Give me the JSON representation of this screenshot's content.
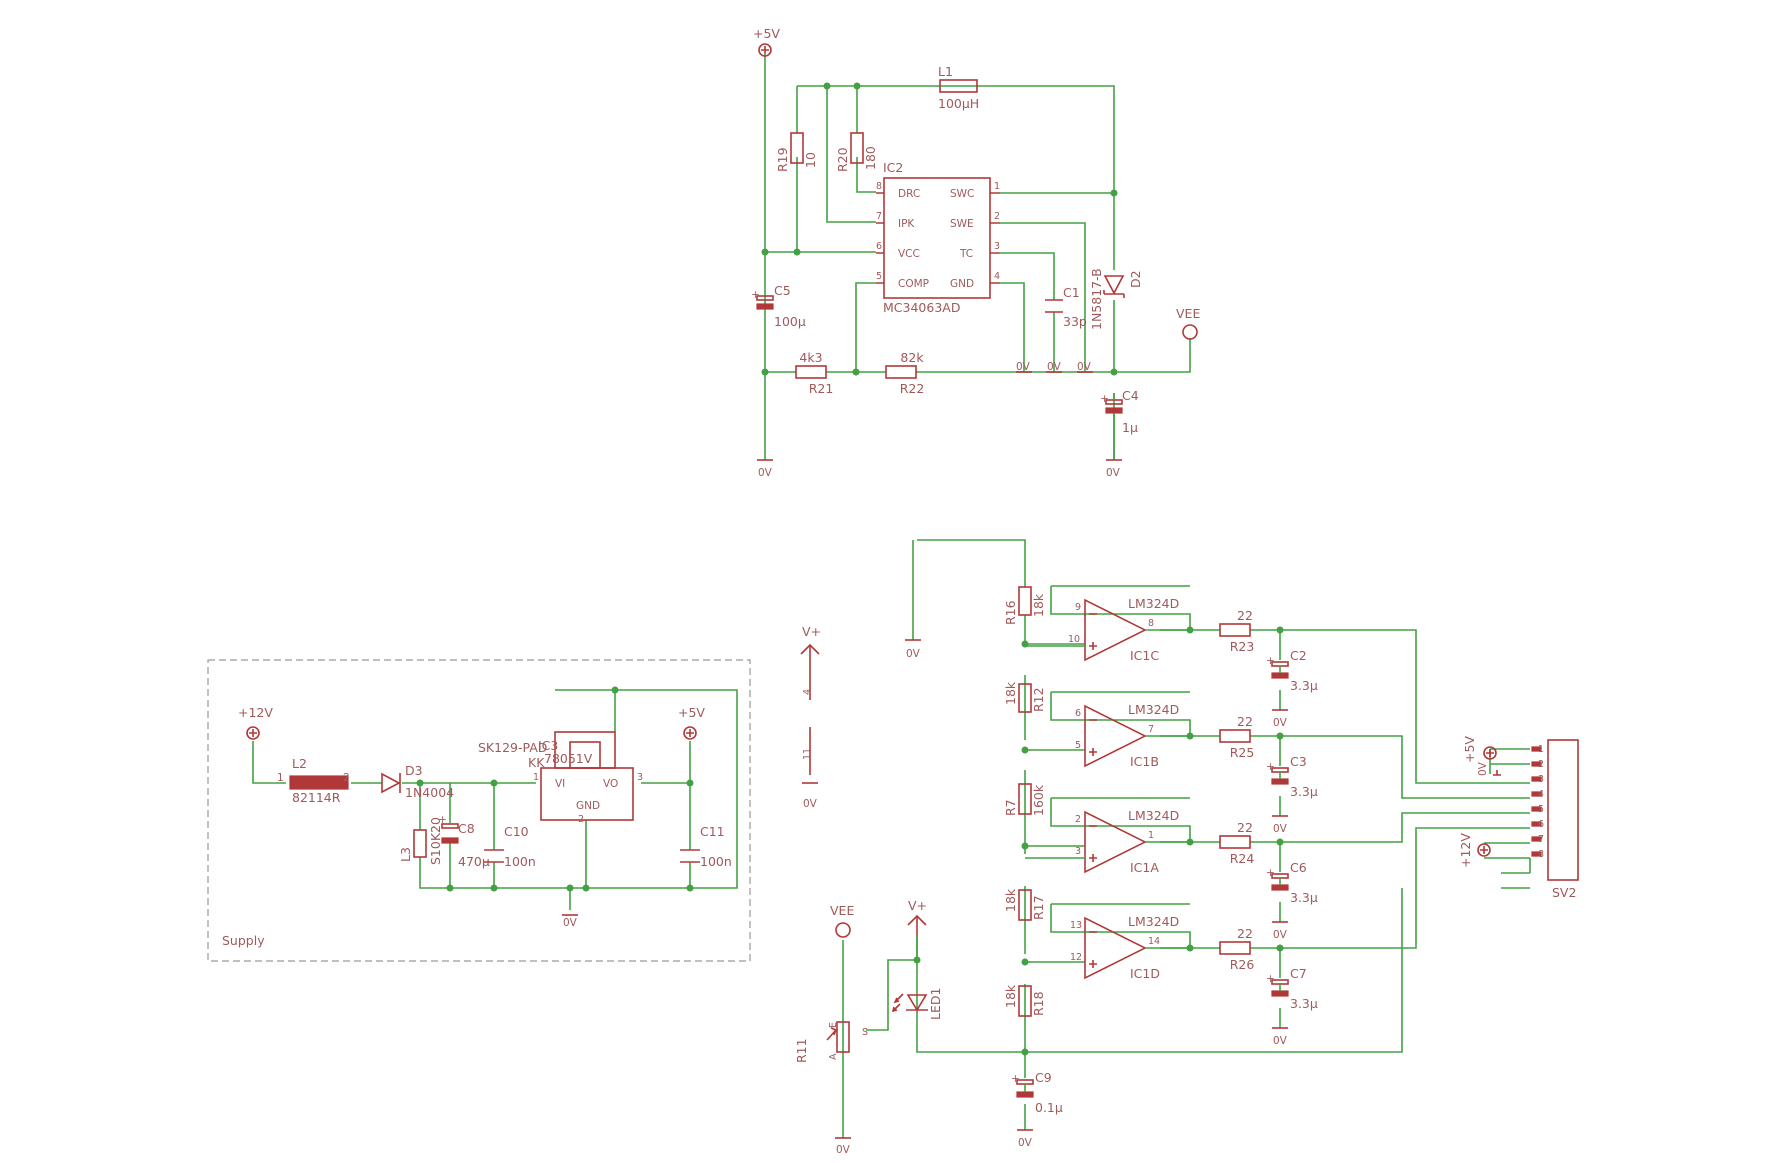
{
  "components": {
    "IC2": {
      "ref": "IC2",
      "value": "MC34063AD",
      "pins": {
        "1": "1",
        "2": "2",
        "3": "3",
        "4": "4",
        "5": "5",
        "6": "6",
        "7": "7",
        "8": "8"
      },
      "pin_names": {
        "DRC": "DRC",
        "IPK": "IPK",
        "VCC": "VCC",
        "COMP": "COMP",
        "SWC": "SWC",
        "SWE": "SWE",
        "TC": "TC",
        "GND": "GND"
      }
    },
    "L1": {
      "ref": "L1",
      "value": "100µH"
    },
    "R19": {
      "ref": "R19",
      "value": "10"
    },
    "R20": {
      "ref": "R20",
      "value": "180"
    },
    "C5": {
      "ref": "C5",
      "value": "100µ"
    },
    "C1": {
      "ref": "C1",
      "value": "33p"
    },
    "D2": {
      "ref": "D2",
      "value": "1N5817-B"
    },
    "C4": {
      "ref": "C4",
      "value": "1µ"
    },
    "R21": {
      "ref": "R21",
      "value": "4k3"
    },
    "R22": {
      "ref": "R22",
      "value": "82k"
    },
    "L2": {
      "ref": "L2",
      "value": "82114R",
      "pin1": "1",
      "pin2": "2"
    },
    "D3": {
      "ref": "D3",
      "value": "1N4004"
    },
    "L3": {
      "ref": "L3",
      "value": "S10K20"
    },
    "C8": {
      "ref": "C8",
      "value": "470µ"
    },
    "C10": {
      "ref": "C10",
      "value": "100n"
    },
    "C11": {
      "ref": "C11",
      "value": "100n"
    },
    "IC3": {
      "ref": "IC3",
      "value": "78051V",
      "heatsink": "SK129-PAD",
      "heatsink2": "KK",
      "pin_vi": "VI",
      "pin_vo": "VO",
      "pin_gnd": "GND",
      "p1": "1",
      "p2": "2",
      "p3": "3"
    },
    "R16": {
      "ref": "R16",
      "value": "18k"
    },
    "R12": {
      "ref": "R12",
      "value": "18k"
    },
    "R7": {
      "ref": "R7",
      "value": "160k"
    },
    "R17": {
      "ref": "R17",
      "value": "18k"
    },
    "R18": {
      "ref": "R18",
      "value": "18k"
    },
    "IC1C": {
      "ref": "IC1C",
      "value": "LM324D",
      "pin_minus": "9",
      "pin_plus": "10",
      "pin_out": "8"
    },
    "IC1B": {
      "ref": "IC1B",
      "value": "LM324D",
      "pin_minus": "6",
      "pin_plus": "5",
      "pin_out": "7"
    },
    "IC1A": {
      "ref": "IC1A",
      "value": "LM324D",
      "pin_minus": "2",
      "pin_plus": "3",
      "pin_out": "1"
    },
    "IC1D": {
      "ref": "IC1D",
      "value": "LM324D",
      "pin_minus": "13",
      "pin_plus": "12",
      "pin_out": "14"
    },
    "R23": {
      "ref": "R23",
      "value": "22"
    },
    "R25": {
      "ref": "R25",
      "value": "22"
    },
    "R24": {
      "ref": "R24",
      "value": "22"
    },
    "R26": {
      "ref": "R26",
      "value": "22"
    },
    "C2": {
      "ref": "C2",
      "value": "3.3µ"
    },
    "C3": {
      "ref": "C3",
      "value": "3.3µ"
    },
    "C6": {
      "ref": "C6",
      "value": "3.3µ"
    },
    "C7": {
      "ref": "C7",
      "value": "3.3µ"
    },
    "C9": {
      "ref": "C9",
      "value": "0.1µ"
    },
    "R11": {
      "ref": "R11",
      "pin_a": "A",
      "pin_e": "E",
      "pin_s": "S"
    },
    "LED1": {
      "ref": "LED1"
    },
    "SV2": {
      "ref": "SV2",
      "pins": [
        "1",
        "2",
        "3",
        "4",
        "5",
        "6",
        "7",
        "8"
      ]
    },
    "IC1P": {
      "pin_top": "4",
      "pin_bottom": "11"
    }
  },
  "nets": {
    "p5v": "+5V",
    "p12v": "+12V",
    "gnd": "0V",
    "vee": "VEE",
    "vplus": "V+"
  },
  "frame": {
    "label": "Supply"
  },
  "colors": {
    "wire": "#43a143",
    "part": "#b13838",
    "text": "#a05a5a",
    "frame": "#9a9a9a"
  }
}
